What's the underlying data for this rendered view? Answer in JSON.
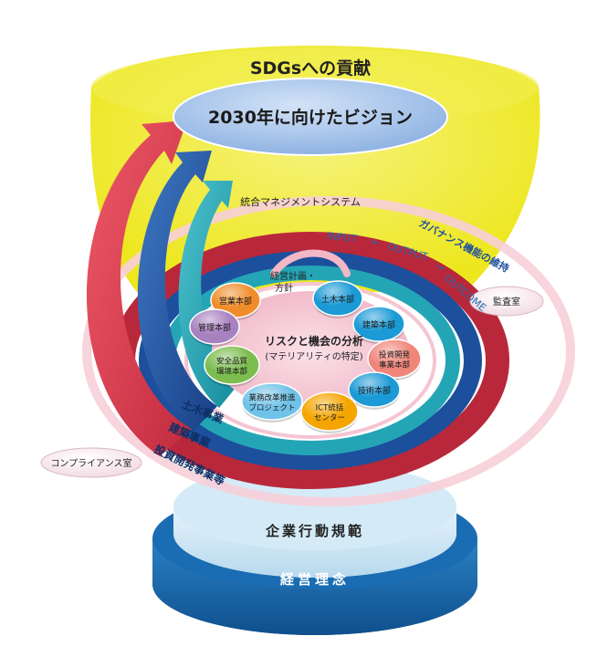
{
  "top_title": "SDGsへの貢献",
  "vision": "2030年に向けたビジョン",
  "integrated_system": "統合マネジメントシステム",
  "governance": "ガバナンス機能の維持",
  "flow": {
    "input": "INPUT",
    "output": "OUTPUT",
    "outcome": "OUTCOME",
    "arrow": "→"
  },
  "audit": "監査室",
  "compliance": "コンプライアンス室",
  "plan": [
    "経営計画・",
    "方針"
  ],
  "center": [
    "リスクと機会の分析",
    "(マテリアリティの特定)"
  ],
  "departments": [
    {
      "lines": [
        "営業本部"
      ],
      "color": "#f08d2a"
    },
    {
      "lines": [
        "土木本部"
      ],
      "color": "#1b9ad6"
    },
    {
      "lines": [
        "管理本部"
      ],
      "color": "#a882c0"
    },
    {
      "lines": [
        "建築本部"
      ],
      "color": "#1b9ad6"
    },
    {
      "lines": [
        "投資開発",
        "事業本部"
      ],
      "color": "#f0857a"
    },
    {
      "lines": [
        "安全品質",
        "環境本部"
      ],
      "color": "#7cbd4f"
    },
    {
      "lines": [
        "技術本部"
      ],
      "color": "#1b9ad6"
    },
    {
      "lines": [
        "業務改革推進",
        "プロジェクト"
      ],
      "color": "#6fc2e8"
    },
    {
      "lines": [
        "ICT統括",
        "センター"
      ],
      "color": "#f5a500"
    }
  ],
  "businesses": [
    "土木事業",
    "建築事業",
    "投資開発事業等"
  ],
  "code_of_conduct": "企業行動規範",
  "philosophy": "経営理念",
  "colors": {
    "yellow": "#ede71f",
    "vision_fill": "#a9c6ec",
    "red": "#e23c4d",
    "navy": "#1f4f9e",
    "teal": "#24a7b7",
    "pink_ring": "#f7cfd9",
    "center_fill": "#f6c8d6",
    "base_light": "#cfe6f4",
    "base_dark": "#1767ab"
  }
}
